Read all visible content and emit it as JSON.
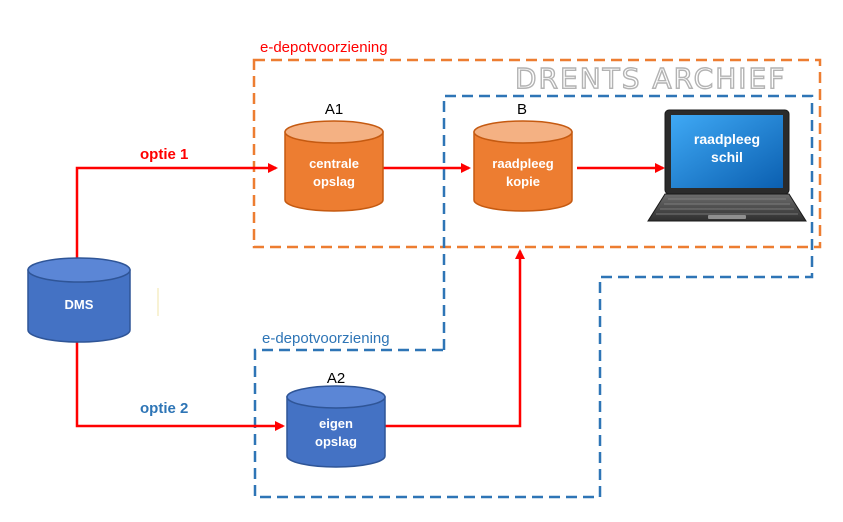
{
  "regions": {
    "orange_label": "e-depotvoorziening",
    "blue_label": "e-depotvoorziening",
    "brand": "DRENTS ARCHIEF"
  },
  "nodes": {
    "dms": {
      "label": "DMS"
    },
    "a1": {
      "tag": "A1",
      "line1": "centrale",
      "line2": "opslag"
    },
    "b": {
      "tag": "B",
      "line1": "raadpleeg",
      "line2": "kopie"
    },
    "a2": {
      "tag": "A2",
      "line1": "eigen",
      "line2": "opslag"
    },
    "laptop": {
      "line1": "raadpleeg",
      "line2": "schil"
    }
  },
  "edges": {
    "option1": "optie 1",
    "option2": "optie 2"
  },
  "colors": {
    "orange": "#ed7d31",
    "blue": "#2e75b6",
    "red": "#ff0000",
    "cyl_orange": "#ed7d31",
    "cyl_blue": "#4472c4"
  }
}
